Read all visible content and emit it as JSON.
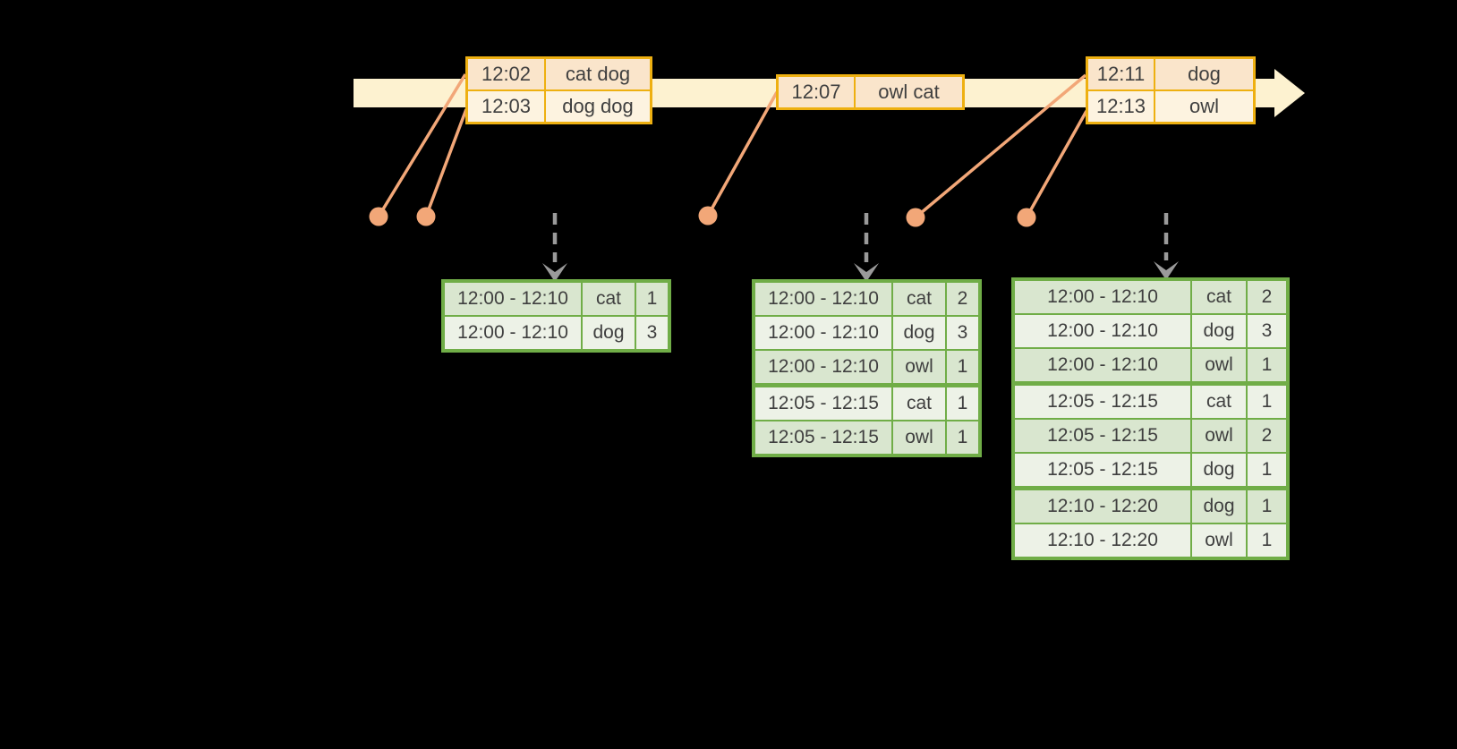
{
  "colors": {
    "background": "#000000",
    "timeline-fill": "#fdf2d0",
    "event-border": "#eeb011",
    "event-row-dark": "#fae5cb",
    "event-row-light": "#fdf3e0",
    "connector-orange": "#f2a778",
    "result-border": "#70ad47",
    "result-row-dark": "#d9e6cf",
    "result-row-light": "#edf2e7",
    "trigger-gray": "#9a9a9a",
    "text": "#3f3f3f"
  },
  "event_tables": [
    {
      "rows": [
        {
          "time": "12:02",
          "words": "cat dog"
        },
        {
          "time": "12:03",
          "words": "dog dog"
        }
      ]
    },
    {
      "rows": [
        {
          "time": "12:07",
          "words": "owl cat"
        }
      ]
    },
    {
      "rows": [
        {
          "time": "12:11",
          "words": "dog"
        },
        {
          "time": "12:13",
          "words": "owl"
        }
      ]
    }
  ],
  "result_tables": [
    {
      "rows": [
        {
          "window": "12:00 - 12:10",
          "word": "cat",
          "count": "1"
        },
        {
          "window": "12:00 - 12:10",
          "word": "dog",
          "count": "3"
        }
      ]
    },
    {
      "rows": [
        {
          "window": "12:00 - 12:10",
          "word": "cat",
          "count": "2"
        },
        {
          "window": "12:00 - 12:10",
          "word": "dog",
          "count": "3"
        },
        {
          "window": "12:00 - 12:10",
          "word": "owl",
          "count": "1"
        },
        {
          "window": "12:05 - 12:15",
          "word": "cat",
          "count": "1"
        },
        {
          "window": "12:05 - 12:15",
          "word": "owl",
          "count": "1"
        }
      ]
    },
    {
      "rows": [
        {
          "window": "12:00 - 12:10",
          "word": "cat",
          "count": "2"
        },
        {
          "window": "12:00 - 12:10",
          "word": "dog",
          "count": "3"
        },
        {
          "window": "12:00 - 12:10",
          "word": "owl",
          "count": "1"
        },
        {
          "window": "12:05 - 12:15",
          "word": "cat",
          "count": "1"
        },
        {
          "window": "12:05 - 12:15",
          "word": "owl",
          "count": "2"
        },
        {
          "window": "12:05 - 12:15",
          "word": "dog",
          "count": "1"
        },
        {
          "window": "12:10 - 12:20",
          "word": "dog",
          "count": "1"
        },
        {
          "window": "12:10 - 12:20",
          "word": "owl",
          "count": "1"
        }
      ]
    }
  ]
}
